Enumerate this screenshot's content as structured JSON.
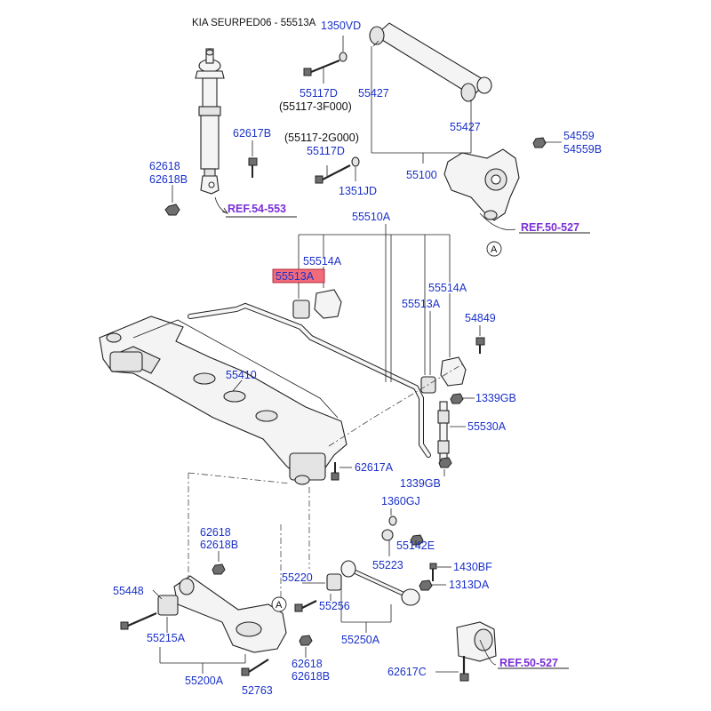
{
  "title": "KIA SEURPED06 - 55513A",
  "colors": {
    "label": "#1a30c8",
    "ref": "#7a2fd6",
    "highlight": "#f26b7a"
  },
  "labels": {
    "l1350VD": "1350VD",
    "l55117D_a": "55117D",
    "l55117_3F000": "(55117-3F000)",
    "l55427_a": "55427",
    "l55427_b": "55427",
    "l55117_2G000": "(55117-2G000)",
    "l55117D_b": "55117D",
    "l1351JD": "1351JD",
    "l55100": "55100",
    "l54559": "54559",
    "l54559B": "54559B",
    "l62617B": "62617B",
    "l62618_a": "62618",
    "l62618B_a": "62618B",
    "l55510A": "55510A",
    "l55514A_a": "55514A",
    "l55513A_hl": "55513A",
    "l55514A_b": "55514A",
    "l55513A_b": "55513A",
    "l54849": "54849",
    "l55410": "55410",
    "l1339GB_a": "1339GB",
    "l55530A": "55530A",
    "l62617A": "62617A",
    "l1339GB_b": "1339GB",
    "l1360GJ": "1360GJ",
    "l55142E": "55142E",
    "l62618_b": "62618",
    "l62618B_b": "62618B",
    "l55223": "55223",
    "l1430BF": "1430BF",
    "l55220": "55220",
    "l1313DA": "1313DA",
    "l55448": "55448",
    "l55256": "55256",
    "l55215A": "55215A",
    "l55250A": "55250A",
    "l62618_c": "62618",
    "l62618B_c": "62618B",
    "l55200A": "55200A",
    "l52763": "52763",
    "l62617C": "62617C"
  },
  "refs": {
    "r1": "REF.54-553",
    "r2": "REF.50-527",
    "r3": "REF.50-527"
  },
  "circle_marks": {
    "c1": "A",
    "c2": "A"
  }
}
